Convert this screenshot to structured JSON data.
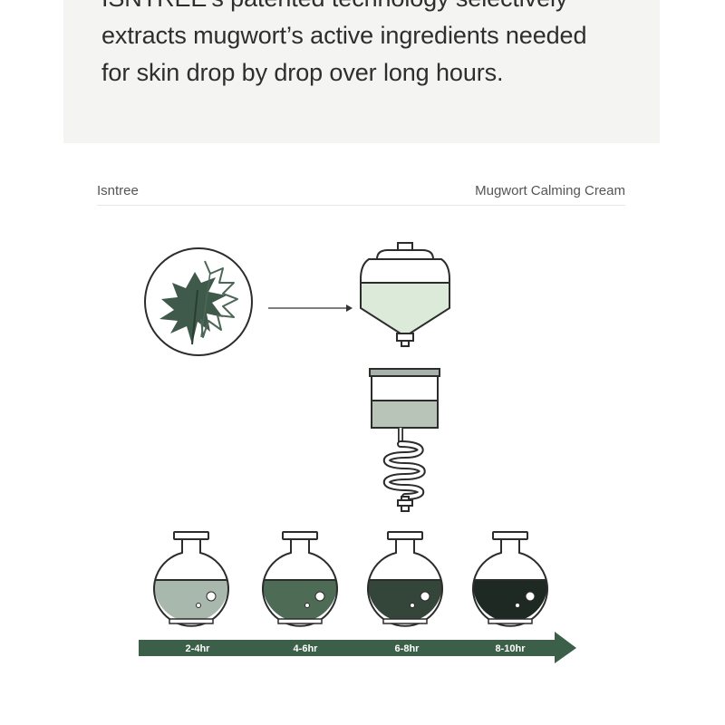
{
  "intro": {
    "lines": [
      "ISNTREE's patented technology selectively",
      "extracts mugwort’s active ingredients needed",
      "for skin drop by drop over long hours."
    ]
  },
  "meta": {
    "brand": "Isntree",
    "product": "Mugwort Calming Cream"
  },
  "diagram": {
    "icons": {
      "herb": "mugwort-leaf-icon",
      "tank": "extraction-tank-icon",
      "condenser": "coil-condenser-icon",
      "flask": "round-flask-icon",
      "arrow": "timeline-arrow-icon"
    },
    "stages": [
      {
        "label": "2-4hr",
        "liquid_color": "#a9b8ad"
      },
      {
        "label": "4-6hr",
        "liquid_color": "#4d6b55"
      },
      {
        "label": "6-8hr",
        "liquid_color": "#34463a"
      },
      {
        "label": "8-10hr",
        "liquid_color": "#1f2923"
      }
    ],
    "colors": {
      "outline": "#2c2c2c",
      "tank_liquid": "#dcebd9",
      "condenser_liquid": "#b8c4b8",
      "timeline": "#3b5f48"
    }
  }
}
